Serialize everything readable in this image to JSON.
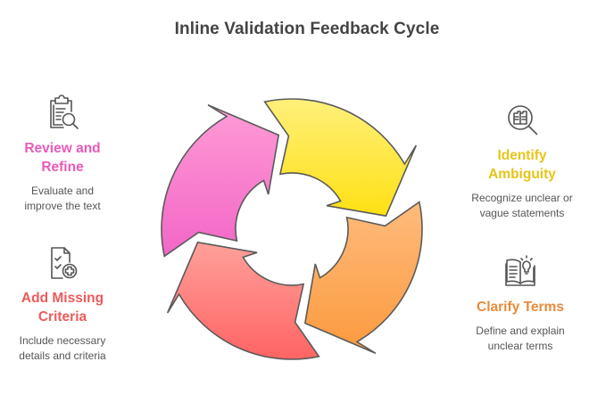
{
  "title": "Inline Validation Feedback Cycle",
  "steps": [
    {
      "id": "review",
      "title": "Review and Refine",
      "title_lines": [
        "Review and",
        "Refine"
      ],
      "description_lines": [
        "Evaluate and",
        "improve the text"
      ],
      "icon": "clipboard-search-icon",
      "color": "#ea5ab9"
    },
    {
      "id": "identify",
      "title": "Identify Ambiguity",
      "title_lines": [
        "Identify",
        "Ambiguity"
      ],
      "description_lines": [
        "Recognize unclear or",
        "vague statements"
      ],
      "icon": "magnifier-document-icon",
      "color": "#e6c519"
    },
    {
      "id": "clarify",
      "title": "Clarify Terms",
      "title_lines": [
        "Clarify Terms"
      ],
      "description_lines": [
        "Define and explain",
        "unclear terms"
      ],
      "icon": "book-lightbulb-icon",
      "color": "#ea8a3a"
    },
    {
      "id": "missing",
      "title": "Add Missing Criteria",
      "title_lines": [
        "Add Missing",
        "Criteria"
      ],
      "description_lines": [
        "Include necessary",
        "details and criteria"
      ],
      "icon": "checklist-add-icon",
      "color": "#ee5a5a"
    }
  ],
  "cycle": {
    "segments": [
      {
        "id": "review",
        "color_top": "#ff9bd6",
        "color_bottom": "#f266c6"
      },
      {
        "id": "identify",
        "color_top": "#fff07a",
        "color_bottom": "#ffe014"
      },
      {
        "id": "clarify",
        "color_top": "#ffbb7c",
        "color_bottom": "#fb9a3e"
      },
      {
        "id": "missing",
        "color_top": "#ffa09a",
        "color_bottom": "#ff6464"
      }
    ]
  }
}
